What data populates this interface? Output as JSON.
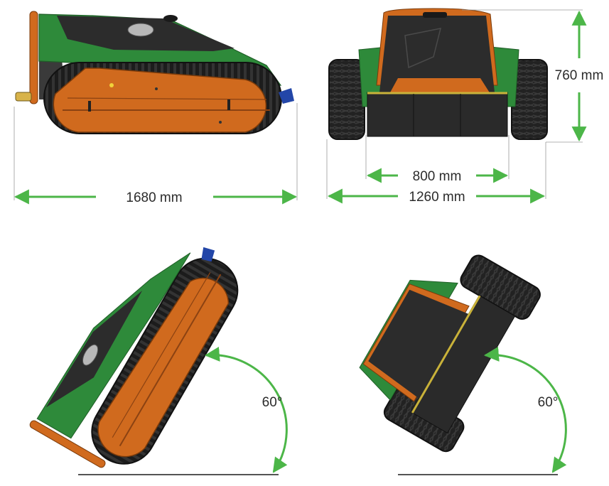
{
  "dimensions": {
    "length": "1680 mm",
    "height": "760 mm",
    "track_gauge": "800 mm",
    "overall_width": "1260 mm"
  },
  "angles": {
    "side_tilt": "60°",
    "rear_tilt": "60°"
  },
  "colors": {
    "dimension_line": "#4cb648",
    "body_green": "#2e8a3a",
    "body_dark": "#2c2c2c",
    "track_orange": "#d06a1e",
    "track_black": "#1c1c1c",
    "bracket_blue": "#2346a8"
  }
}
